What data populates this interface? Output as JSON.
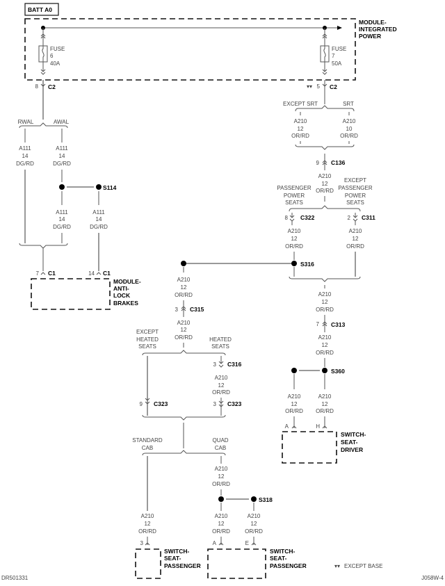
{
  "diagram": {
    "source_label": "BATT A0",
    "ipm": {
      "title_lines": [
        "MODULE-",
        "INTEGRATED",
        "POWER"
      ]
    },
    "fuses": [
      {
        "label": "FUSE",
        "number": "6",
        "rating": "40A"
      },
      {
        "label": "FUSE",
        "number": "7",
        "rating": "50A"
      }
    ],
    "connectors": {
      "c2_left": {
        "pin": "8",
        "name": "C2"
      },
      "c2_right": {
        "pin": "5",
        "name": "C2",
        "note_marker": "▾▾"
      },
      "c136": {
        "pin": "9",
        "name": "C136"
      },
      "c322": {
        "pin": "8",
        "name": "C322"
      },
      "c311": {
        "pin": "2",
        "name": "C311"
      },
      "c313": {
        "pin": "7",
        "name": "C313"
      },
      "c315": {
        "pin": "3",
        "name": "C315"
      },
      "c316": {
        "pin": "3",
        "name": "C316"
      },
      "c323_left": {
        "pin": "9",
        "name": "C323"
      },
      "c323_right": {
        "pin": "3",
        "name": "C323"
      },
      "c1_left": {
        "pin": "7",
        "name": "C1"
      },
      "c1_right": {
        "pin": "14",
        "name": "C1"
      },
      "driver_a": {
        "pin": "A"
      },
      "driver_h": {
        "pin": "H"
      },
      "pass_std_3": {
        "pin": "3"
      },
      "pass_quad_a": {
        "pin": "A"
      },
      "pass_quad_e": {
        "pin": "E"
      }
    },
    "splices": {
      "s114": "S114",
      "s316": "S316",
      "s360": "S360",
      "s318": "S318"
    },
    "options": {
      "rwal": "RWAL",
      "awal": "AWAL",
      "except_srt": "EXCEPT SRT",
      "srt": "SRT",
      "passenger_power_seats": [
        "PASSENGER",
        "POWER",
        "SEATS"
      ],
      "except_passenger_power_seats": [
        "EXCEPT",
        "PASSENGER",
        "POWER",
        "SEATS"
      ],
      "except_heated_seats": [
        "EXCEPT",
        "HEATED",
        "SEATS"
      ],
      "heated_seats": [
        "HEATED",
        "SEATS"
      ],
      "standard_cab": [
        "STANDARD",
        "CAB"
      ],
      "quad_cab": [
        "QUAD",
        "CAB"
      ]
    },
    "wires": {
      "a111": {
        "circuit": "A111",
        "gauge": "14",
        "color": "DG/RD"
      },
      "a210_12": {
        "circuit": "A210",
        "gauge": "12",
        "color": "OR/RD"
      },
      "a210_10": {
        "circuit": "A210",
        "gauge": "10",
        "color": "OR/RD"
      }
    },
    "components": {
      "abs": [
        "MODULE-",
        "ANTI-",
        "LOCK",
        "BRAKES"
      ],
      "driver_switch": [
        "SWITCH-",
        "SEAT-",
        "DRIVER"
      ],
      "passenger_switch_std": [
        "SWITCH-",
        "SEAT-",
        "PASSENGER"
      ],
      "passenger_switch_quad": [
        "SWITCH-",
        "SEAT-",
        "PASSENGER"
      ]
    },
    "legend": {
      "marker": "▾▾",
      "text": "EXCEPT BASE"
    },
    "footer": {
      "left_code": "DR501331",
      "right_code": "J058W-4"
    }
  }
}
